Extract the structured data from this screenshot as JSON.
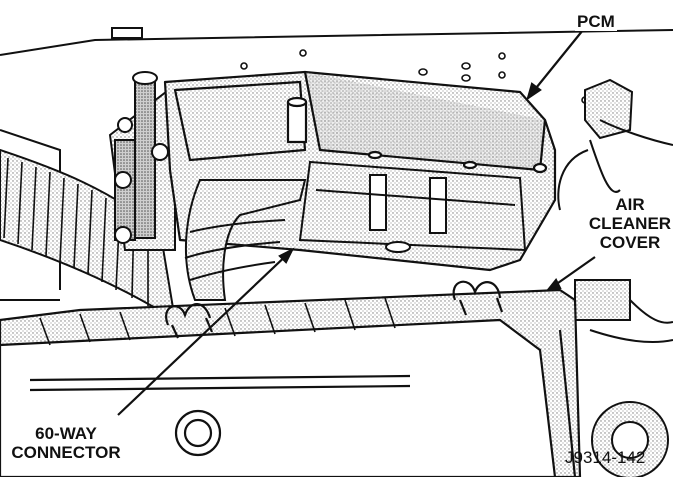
{
  "labels": {
    "pcm": "PCM",
    "air_cleaner_line1": "AIR",
    "air_cleaner_line2": "CLEANER",
    "air_cleaner_line3": "COVER",
    "connector_line1": "60-WAY",
    "connector_line2": "CONNECTOR",
    "figure_id": "J9314-142"
  },
  "colors": {
    "ink": "#111111",
    "paper": "#ffffff",
    "stipple": "#8a8a8a"
  }
}
